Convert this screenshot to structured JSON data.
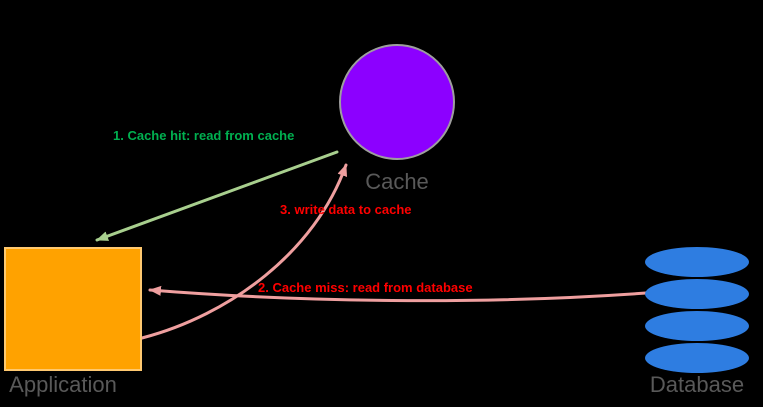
{
  "diagram": {
    "background": "#000000",
    "text_color": "#595959",
    "nodes": {
      "cache": {
        "label": "Cache",
        "fill": "#8C00FF"
      },
      "application": {
        "label": "Application",
        "fill": "#FFA200"
      },
      "database": {
        "label": "Database",
        "fill": "#2E7DE1"
      }
    },
    "edges": {
      "cache_hit": {
        "label": "1. Cache hit: read from cache",
        "color": "#A8CF8E",
        "label_color": "#00B050"
      },
      "cache_miss": {
        "label": "2. Cache miss: read from database",
        "color": "#EF9F9F",
        "label_color": "#FF0000"
      },
      "write_to_cache": {
        "label": "3. write data to cache",
        "color": "#EF9F9F",
        "label_color": "#FF0000"
      }
    }
  }
}
